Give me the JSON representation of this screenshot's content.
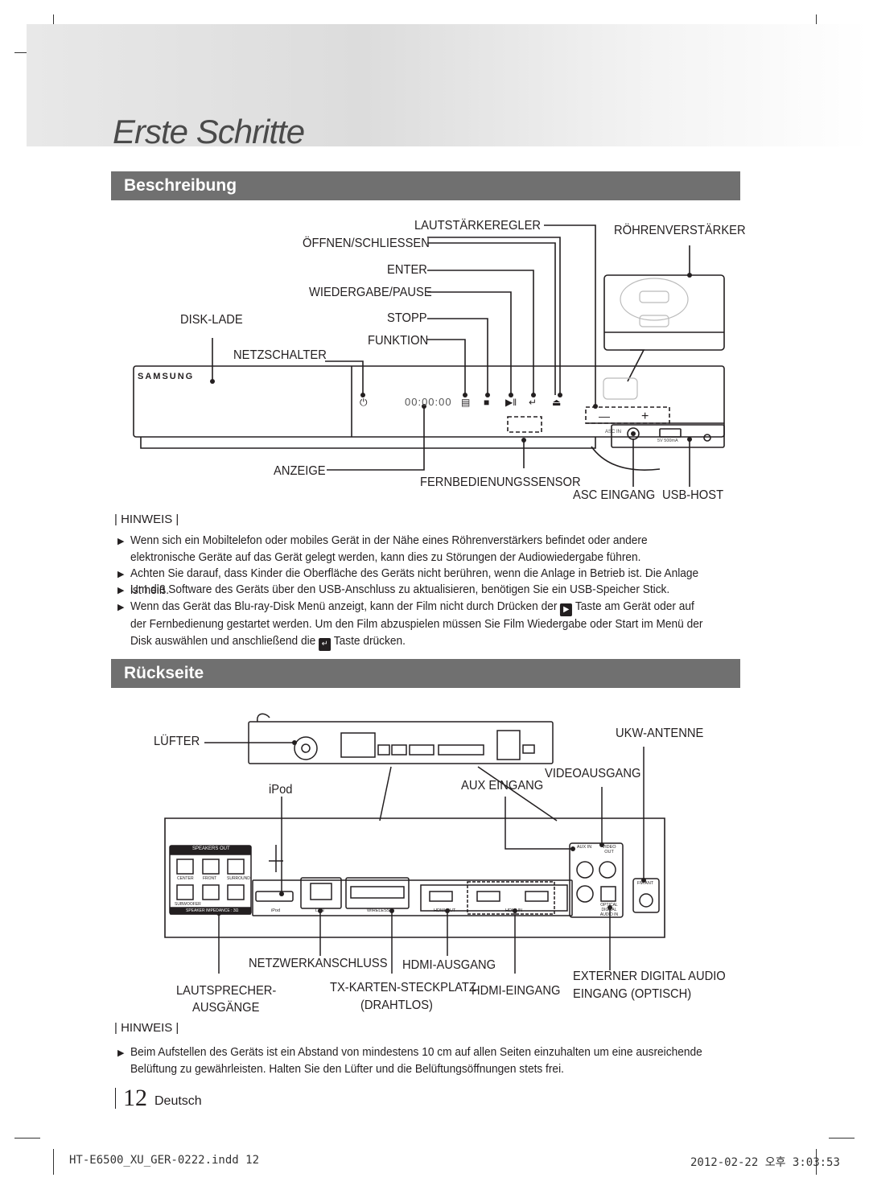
{
  "header": {
    "title": "Erste Schritte"
  },
  "sections": {
    "front": {
      "title": "Beschreibung"
    },
    "rear": {
      "title": "Rückseite"
    }
  },
  "front_labels": {
    "volume": "LAUTSTÄRKEREGLER",
    "tube": "RÖHRENVERSTÄRKER",
    "open_close": "ÖFFNEN/SCHLIESSEN",
    "enter": "ENTER",
    "play_pause": "WIEDERGABE/PAUSE",
    "disc_tray": "DISK-LADE",
    "stop": "STOPP",
    "function": "FUNKTION",
    "power": "NETZSCHALTER",
    "display": "ANZEIGE",
    "remote_sensor": "FERNBEDIENUNGSSENSOR",
    "asc_in": "ASC EINGANG",
    "usb_host": "USB-HOST"
  },
  "device_front": {
    "brand": "SAMSUNG",
    "display_digits": "00:00:00",
    "asc_label": "ASC IN",
    "usb_rating": "5V 500mA",
    "minus": "—",
    "plus": "+"
  },
  "notes_front": {
    "heading": "HINWEIS",
    "items": [
      "Wenn sich ein Mobiltelefon oder mobiles Gerät in der Nähe eines Röhrenverstärkers befindet oder andere elektronische Geräte auf das Gerät gelegt werden, kann dies zu Störungen der Audiowiedergabe führen.",
      "Achten Sie darauf, dass Kinder die Oberfläche des Geräts nicht berühren, wenn die Anlage in Betrieb ist. Die Anlage ist heiß.",
      "Um die Software des Geräts über den USB-Anschluss zu aktualisieren, benötigen Sie ein USB-Speicher Stick."
    ],
    "item4_part1": "Wenn das Gerät das Blu-ray-Disk Menü anzeigt, kann der Film nicht durch Drücken der",
    "item4_part2": "Taste am Gerät oder auf der Fernbedienung gestartet werden. Um den Film abzuspielen müssen Sie Film Wiedergabe oder Start im Menü der Disk auswählen und anschließend die",
    "item4_part3": "Taste drücken."
  },
  "rear_labels": {
    "fan": "LÜFTER",
    "fm_antenna": "UKW-ANTENNE",
    "video_out": "VIDEOAUSGANG",
    "aux_in": "AUX EINGANG",
    "ipod": "iPod",
    "network": "NETZWERKANSCHLUSS",
    "hdmi_out": "HDMI-AUSGANG",
    "ext_digital": "EXTERNER DIGITAL AUDIO",
    "optical_in": "EINGANG (OPTISCH)",
    "speaker_out_1": "LAUTSPRECHER-",
    "speaker_out_2": "AUSGÄNGE",
    "tx_card_1": "TX-KARTEN-STECKPLATZ",
    "tx_card_2": "(DRAHTLOS)",
    "hdmi_in": "HDMI-EINGANG"
  },
  "rear_panel": {
    "speakers_out": "SPEAKERS OUT",
    "center": "CENTER",
    "front": "FRONT",
    "surround": "SURROUND",
    "subwoofer": "SUBWOOFER",
    "impedance": "SPEAKER IMPEDANCE : 3Ω",
    "ipod": "iPod",
    "lan": "LAN",
    "wireless": "WIRELESS",
    "hdmi_out": "HDMI OUT",
    "hdmi_in": "HDMI IN",
    "aux_in": "AUX IN",
    "video_out": "VIDEO OUT",
    "optical": "OPTICAL DIGITAL AUDIO IN",
    "fm_ant": "FM ANT"
  },
  "notes_rear": {
    "heading": "HINWEIS",
    "items": [
      "Beim Aufstellen des Geräts ist ein Abstand von mindestens 10 cm auf allen Seiten einzuhalten um eine ausreichende Belüftung zu gewährleisten. Halten Sie den Lüfter und die Belüftungsöffnungen stets frei."
    ]
  },
  "footer": {
    "page_number": "12",
    "language": "Deutsch",
    "file": "HT-E6500_XU_GER-0222.indd   12",
    "timestamp": "2012-02-22   오후 3:03:53"
  }
}
